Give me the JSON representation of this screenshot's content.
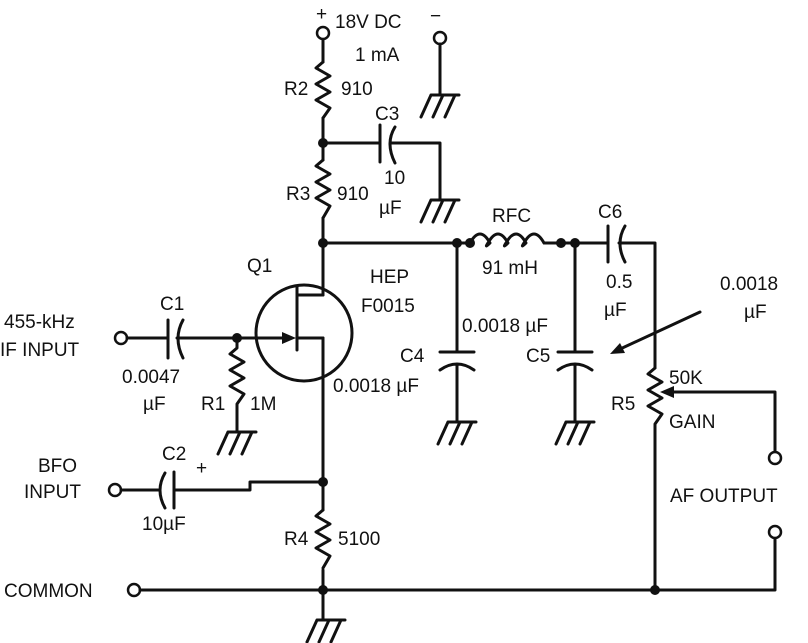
{
  "supply": {
    "plus": "+",
    "minus": "−",
    "voltage": "18V DC",
    "current": "1 mA"
  },
  "components": {
    "r1": {
      "ref": "R1",
      "value": "1M"
    },
    "r2": {
      "ref": "R2",
      "value": "910"
    },
    "r3": {
      "ref": "R3",
      "value": "910"
    },
    "r4": {
      "ref": "R4",
      "value": "5100"
    },
    "r5": {
      "ref": "R5",
      "value": "50K",
      "function": "GAIN"
    },
    "c1": {
      "ref": "C1",
      "value": "0.0047",
      "unit": "µF"
    },
    "c2": {
      "ref": "C2",
      "value": "10µF",
      "polarity": "+"
    },
    "c3": {
      "ref": "C3",
      "value": "10",
      "unit": "µF"
    },
    "c4": {
      "ref": "C4",
      "value": "0.0018 µF"
    },
    "c5": {
      "ref": "C5",
      "value": "0.0018 µF",
      "callout_value": "0.0018",
      "callout_unit": "µF"
    },
    "c6": {
      "ref": "C6",
      "value": "0.5",
      "unit": "µF"
    },
    "rfc": {
      "ref": "RFC",
      "value": "91 mH"
    },
    "q1": {
      "ref": "Q1",
      "type_line1": "HEP",
      "type_line2": "F0015"
    }
  },
  "terminals": {
    "if_input_line1": "455-kHz",
    "if_input_line2": "IF INPUT",
    "bfo_line1": "BFO",
    "bfo_line2": "INPUT",
    "common": "COMMON",
    "af_output": "AF OUTPUT"
  }
}
